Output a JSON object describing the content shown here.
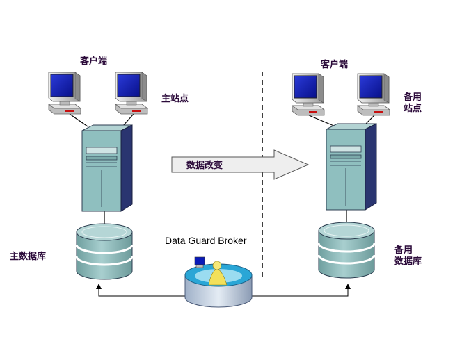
{
  "labels": {
    "client_left": "客户端",
    "client_right": "客户端",
    "primary_site": "主站点",
    "standby_site_line1": "备用",
    "standby_site_line2": "站点",
    "data_change": "数据改变",
    "primary_db": "主数据库",
    "standby_db_line1": "备用",
    "standby_db_line2": "数据库",
    "broker": "Data Guard Broker"
  },
  "colors": {
    "monitor_screen": "#0a1ab8",
    "monitor_body": "#d9d9d9",
    "server_front": "#8fbfbf",
    "server_side": "#2a3570",
    "db_body": "#8fbfbf",
    "db_top": "#b5d6d6",
    "arrow_fill": "#eeeeee",
    "label_text": "#2b0a3a"
  },
  "icons": [
    "monitor-icon",
    "server-tower-icon",
    "database-cylinder-icon",
    "broker-icon",
    "arrow-right-icon"
  ]
}
